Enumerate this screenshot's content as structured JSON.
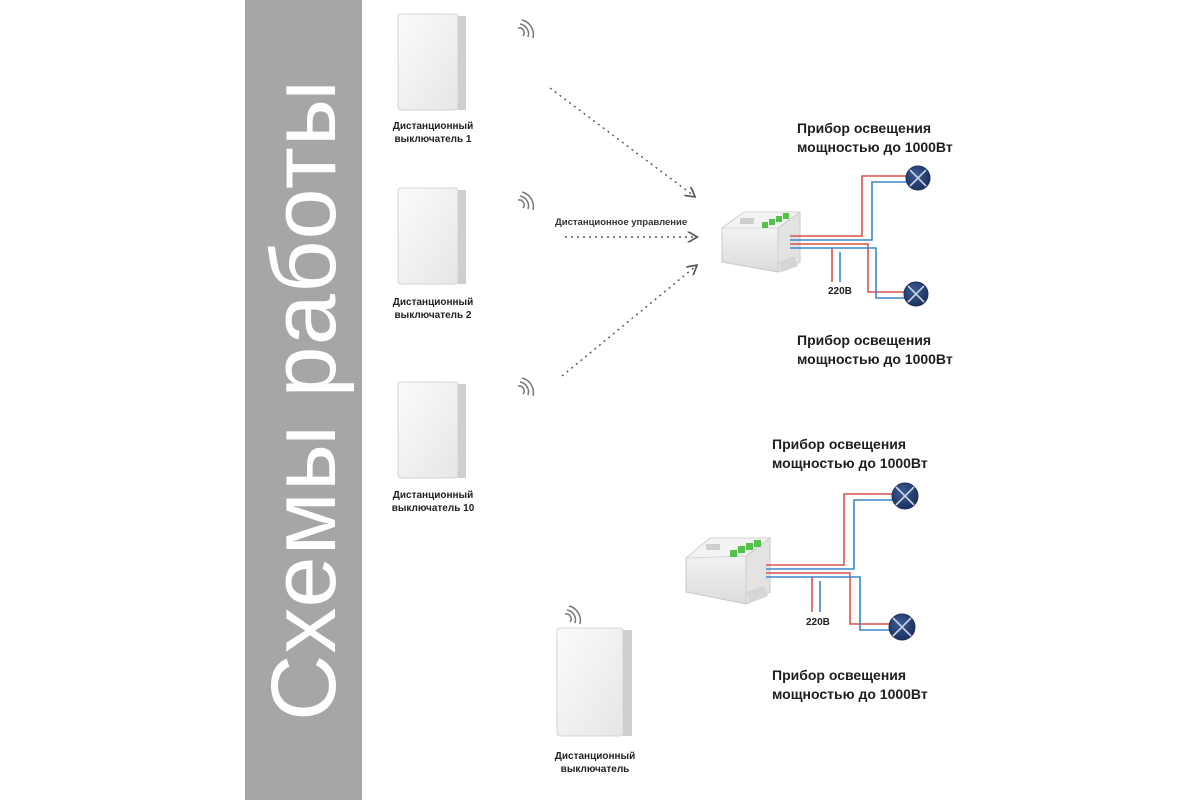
{
  "title": "Схемы работы",
  "remote_control_label": "Дистанционное управление",
  "voltage_label": "220В",
  "top_scheme": {
    "switches": [
      {
        "line1": "Дистанционный",
        "line2": "выключатель 1"
      },
      {
        "line1": "Дистанционный",
        "line2": "выключатель 2"
      },
      {
        "line1": "Дистанционный",
        "line2": "выключатель 10"
      }
    ],
    "lamp_top": {
      "line1": "Прибор освещения",
      "line2": "мощностью до 1000Вт"
    },
    "lamp_bottom": {
      "line1": "Прибор освещения",
      "line2": "мощностью до 1000Вт"
    }
  },
  "bottom_scheme": {
    "switch": {
      "line1": "Дистанционный",
      "line2": "выключатель"
    },
    "lamp_top": {
      "line1": "Прибор освещения",
      "line2": "мощностью до 1000Вт"
    },
    "lamp_bottom": {
      "line1": "Прибор освещения",
      "line2": "мощностью до 1000Вт"
    }
  },
  "colors": {
    "sidebar": "#a6a6a6",
    "phase_wire": "#d9534f",
    "neutral_wire": "#3a86c8",
    "lamp_fill": "#1f3a6b",
    "relay_led": "#52c24a"
  }
}
